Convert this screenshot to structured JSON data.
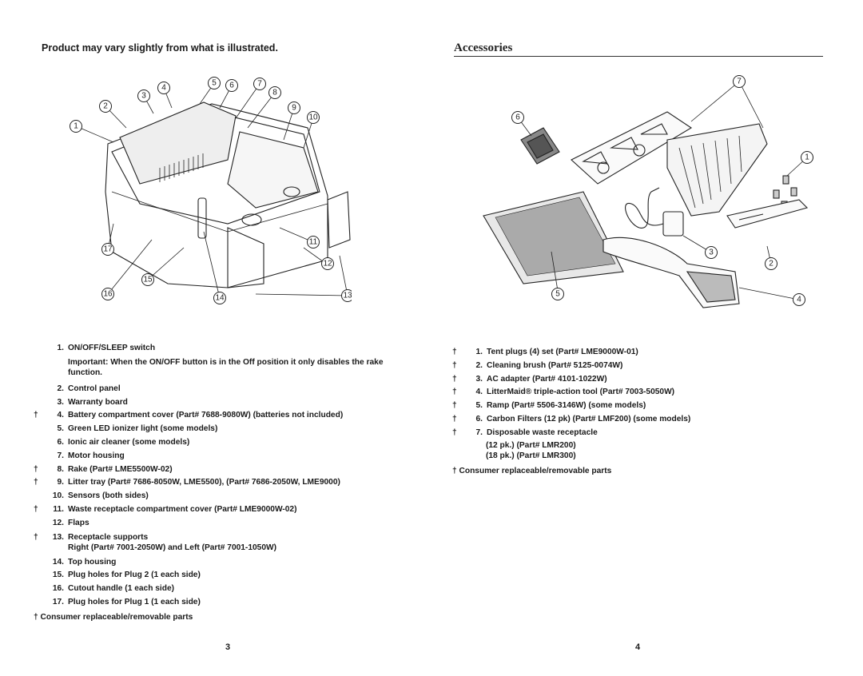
{
  "left_page": {
    "heading": "Product may vary slightly from what is illustrated.",
    "callouts": [
      "1",
      "2",
      "3",
      "4",
      "5",
      "6",
      "7",
      "8",
      "9",
      "10",
      "11",
      "12",
      "13",
      "14",
      "15",
      "16",
      "17"
    ],
    "items": [
      {
        "dagger": "",
        "num": "1.",
        "text": "ON/OFF/SLEEP switch"
      },
      {
        "dagger": "",
        "num": "",
        "text": "Important: When the ON/OFF button is in the Off position it only disables the rake function."
      },
      {
        "dagger": "",
        "num": "2.",
        "text": "Control panel"
      },
      {
        "dagger": "",
        "num": "3.",
        "text": "Warranty board"
      },
      {
        "dagger": "†",
        "num": "4.",
        "text": "Battery compartment cover (Part# 7688-9080W) (batteries not included)"
      },
      {
        "dagger": "",
        "num": "5.",
        "text": "Green LED ionizer light (some models)"
      },
      {
        "dagger": "",
        "num": "6.",
        "text": "Ionic air cleaner (some models)"
      },
      {
        "dagger": "",
        "num": "7.",
        "text": "Motor housing"
      },
      {
        "dagger": "†",
        "num": "8.",
        "text": "Rake (Part# LME5500W-02)"
      },
      {
        "dagger": "†",
        "num": "9.",
        "text": "Litter tray (Part# 7686-8050W, LME5500), (Part# 7686-2050W, LME9000)"
      },
      {
        "dagger": "",
        "num": "10.",
        "text": "Sensors (both sides)"
      },
      {
        "dagger": "†",
        "num": "11.",
        "text": "Waste receptacle compartment cover (Part# LME9000W-02)"
      },
      {
        "dagger": "",
        "num": "12.",
        "text": "Flaps"
      },
      {
        "dagger": "†",
        "num": "13.",
        "text": "Receptacle supports"
      },
      {
        "dagger": "",
        "num": "",
        "text": "Right (Part# 7001-2050W) and Left (Part# 7001-1050W)"
      },
      {
        "dagger": "",
        "num": "14.",
        "text": "Top housing"
      },
      {
        "dagger": "",
        "num": "15.",
        "text": "Plug holes for Plug 2 (1 each side)"
      },
      {
        "dagger": "",
        "num": "16.",
        "text": "Cutout handle (1 each side)"
      },
      {
        "dagger": "",
        "num": "17.",
        "text": "Plug holes for Plug 1 (1 each side)"
      }
    ],
    "footnote": "† Consumer replaceable/removable parts",
    "page_number": "3"
  },
  "right_page": {
    "heading": "Accessories",
    "callouts": [
      "1",
      "2",
      "3",
      "4",
      "5",
      "6",
      "7"
    ],
    "items": [
      {
        "dagger": "†",
        "num": "1.",
        "text": "Tent plugs (4) set (Part# LME9000W-01)"
      },
      {
        "dagger": "†",
        "num": "2.",
        "text": "Cleaning brush (Part# 5125-0074W)"
      },
      {
        "dagger": "†",
        "num": "3.",
        "text": "AC adapter (Part# 4101-1022W)"
      },
      {
        "dagger": "†",
        "num": "4.",
        "text": "LitterMaid® triple-action tool (Part# 7003-5050W)"
      },
      {
        "dagger": "†",
        "num": "5.",
        "text": "Ramp (Part# 5506-3146W) (some models)"
      },
      {
        "dagger": "†",
        "num": "6.",
        "text": "Carbon Filters (12 pk) (Part# LMF200) (some models)"
      },
      {
        "dagger": "†",
        "num": "7.",
        "text": "Disposable waste receptacle"
      }
    ],
    "sublines": [
      "(12 pk.) (Part# LMR200)",
      "(18 pk.) (Part# LMR300)"
    ],
    "footnote": "† Consumer replaceable/removable parts",
    "page_number": "4"
  }
}
